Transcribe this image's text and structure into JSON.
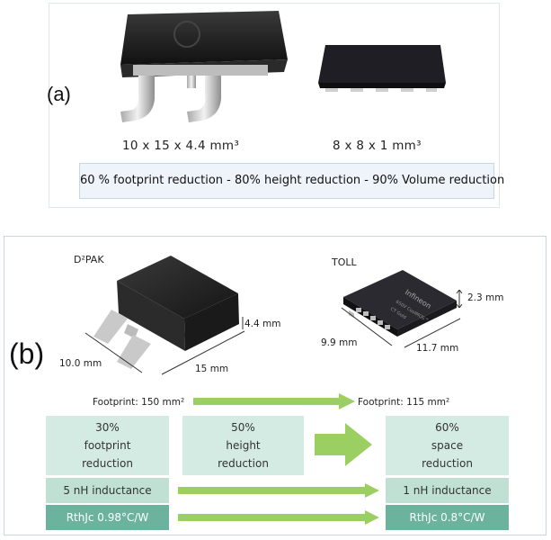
{
  "panel_a": {
    "label": "(a)",
    "left_dims": "10 x 15 x 4.4 mm³",
    "right_dims": "8 x 8 x 1 mm³",
    "reduction_text": "60 % footprint reduction - 80% height reduction - 90% Volume reduction"
  },
  "panel_b": {
    "label": "(b)",
    "d2pak": {
      "title": "D²PAK",
      "height": "4.4 mm",
      "depth": "10.0 mm",
      "width": "15 mm"
    },
    "toll": {
      "title": "TOLL",
      "height": "2.3 mm",
      "depth": "9.9 mm",
      "width": "11.7 mm",
      "chip_text_lines": [
        "Infineon",
        "650V CoolMOS™",
        "CT Gold"
      ]
    },
    "footprint_left": "Footprint: 150 mm²",
    "footprint_right": "Footprint: 115 mm²",
    "boxes": {
      "footprint_reduction": [
        "30%",
        "footprint",
        "reduction"
      ],
      "height_reduction": [
        "50%",
        "height",
        "reduction"
      ],
      "space_reduction": [
        "60%",
        "space",
        "reduction"
      ],
      "inductance_left": "5 nH inductance",
      "inductance_right": "1 nH inductance",
      "rth_left": "RthJc 0.98°C/W",
      "rth_right": "RthJc 0.8°C/W"
    }
  },
  "colors": {
    "box_light": "#d4ebe3",
    "box_dark": "#6bb39c",
    "arrow_green": "#9ccf61"
  }
}
